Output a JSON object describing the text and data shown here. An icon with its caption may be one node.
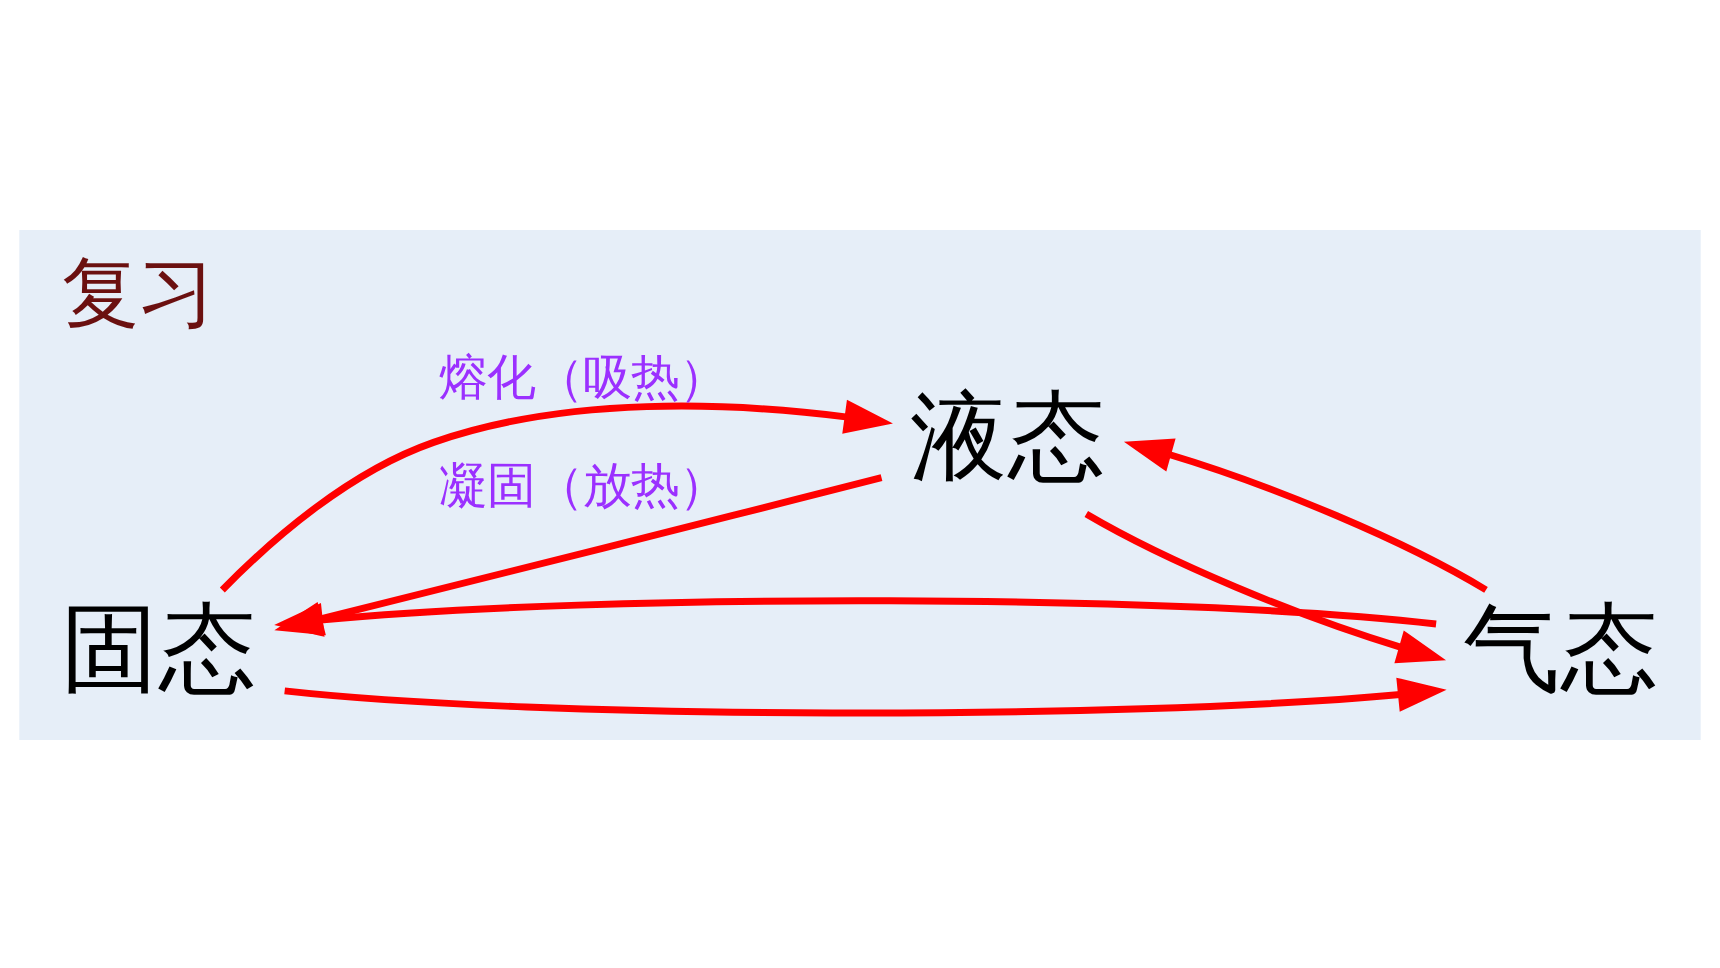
{
  "diagram": {
    "title": "复习",
    "nodes": [
      {
        "text": [
          "固态"
        ]
      },
      {
        "text": [
          "液态"
        ]
      },
      {
        "text": [
          "气态"
        ]
      }
    ],
    "edges": [
      {
        "from": 0,
        "to": 2,
        "arrow": "to"
      },
      {
        "from": 0,
        "to": 1,
        "arrow": "to",
        "label": "熔化（吸热）"
      },
      {
        "from": 1,
        "to": 2,
        "arrow": "to"
      },
      {
        "from": 1,
        "to": 0,
        "arrow": "to",
        "label": "凝固（放热）"
      },
      {
        "from": 2,
        "to": 1,
        "arrow": "to"
      },
      {
        "from": 2,
        "to": 0,
        "arrow": "to"
      }
    ]
  }
}
